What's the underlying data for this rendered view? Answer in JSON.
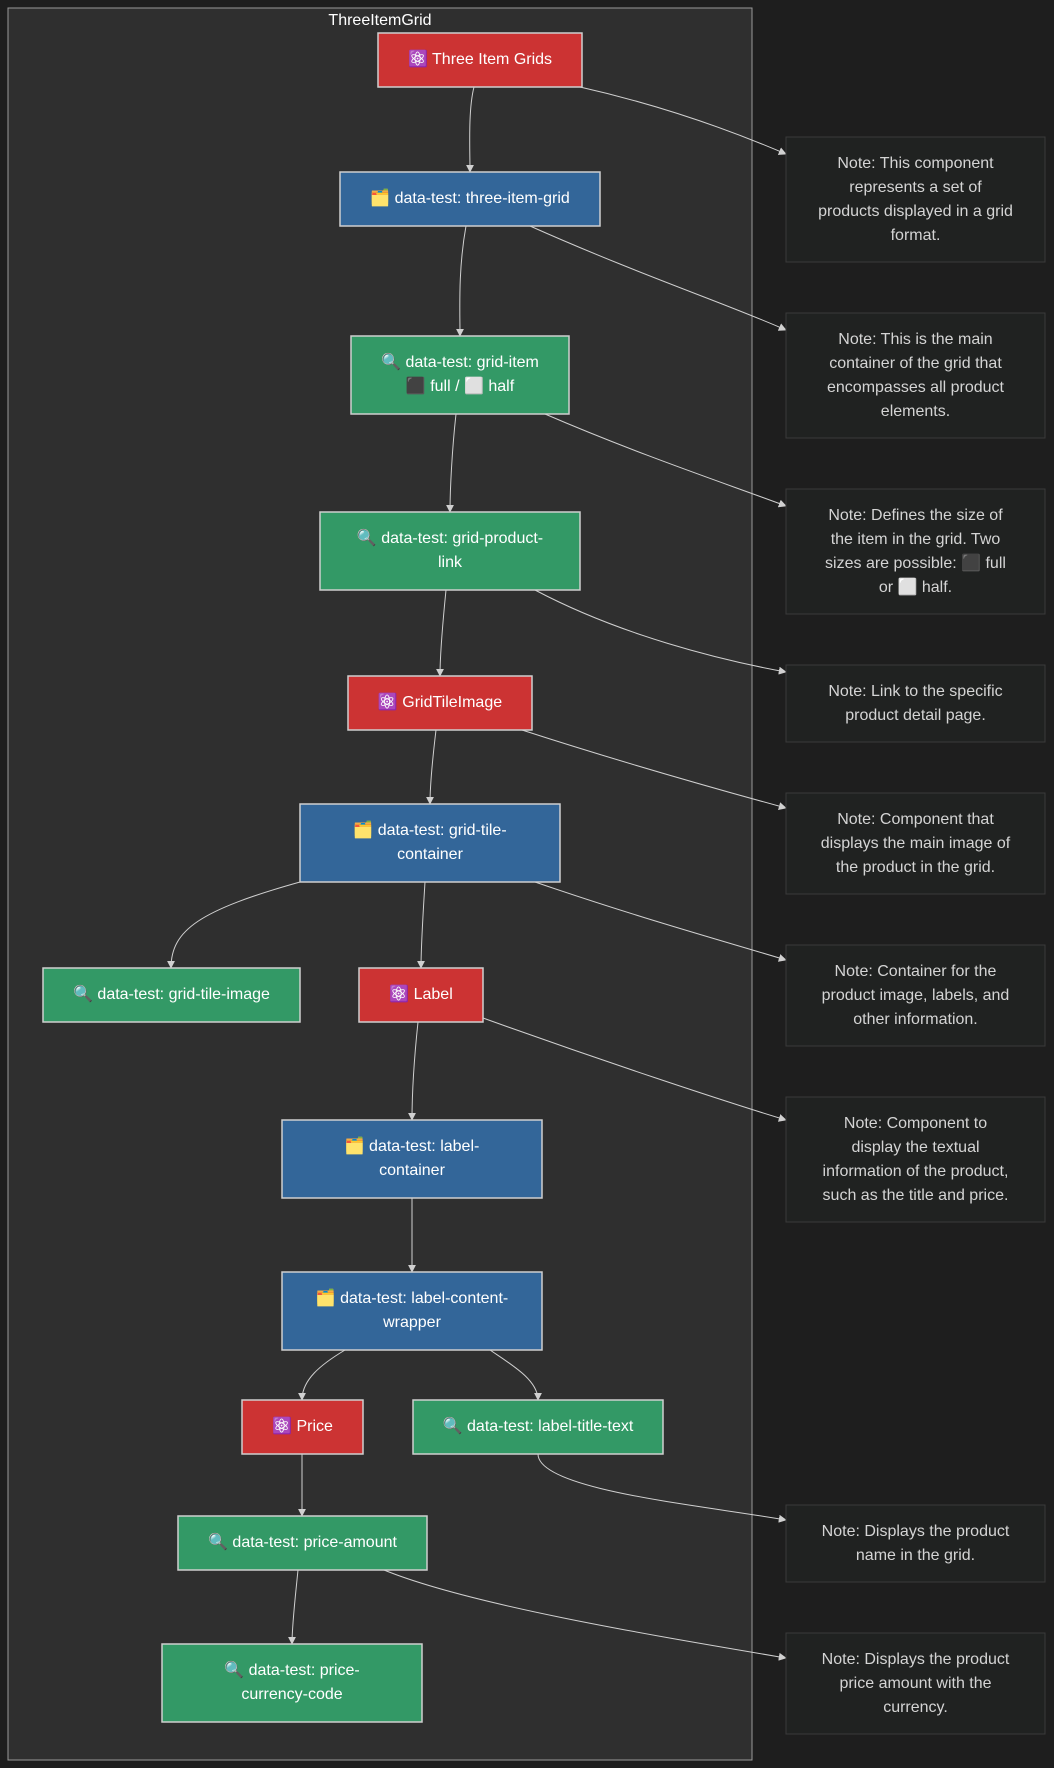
{
  "diagram": {
    "subgraph_title": "ThreeItemGrid",
    "colors": {
      "background": "#1e1e1e",
      "subgraph_fill": "#2f2f2f",
      "subgraph_stroke": "#9a9a9a",
      "component": "#cc3333",
      "container": "#336699",
      "element": "#339966",
      "note_fill": "#202221",
      "edge": "#d0d0d0"
    },
    "nodes": [
      {
        "id": "three-item-grids",
        "kind": "component",
        "icon": "atom-icon",
        "lines": [
          "⚛️ Three Item Grids"
        ]
      },
      {
        "id": "three-item-grid",
        "kind": "container",
        "icon": "folder-icon",
        "lines": [
          "🗂️ data-test: three-item-grid"
        ]
      },
      {
        "id": "grid-item",
        "kind": "element",
        "icon": "magnifier-icon",
        "lines": [
          "🔍 data-test: grid-item",
          "⬛ full / ⬜ half"
        ]
      },
      {
        "id": "grid-product-link",
        "kind": "element",
        "icon": "magnifier-icon",
        "lines": [
          "🔍 data-test: grid-product-",
          "link"
        ]
      },
      {
        "id": "grid-tile-image-component",
        "kind": "component",
        "icon": "atom-icon",
        "lines": [
          "⚛️ GridTileImage"
        ]
      },
      {
        "id": "grid-tile-container",
        "kind": "container",
        "icon": "folder-icon",
        "lines": [
          "🗂️ data-test: grid-tile-",
          "container"
        ]
      },
      {
        "id": "grid-tile-image",
        "kind": "element",
        "icon": "magnifier-icon",
        "lines": [
          "🔍 data-test: grid-tile-image"
        ]
      },
      {
        "id": "label",
        "kind": "component",
        "icon": "atom-icon",
        "lines": [
          "⚛️ Label"
        ]
      },
      {
        "id": "label-container",
        "kind": "container",
        "icon": "folder-icon",
        "lines": [
          "🗂️ data-test: label-",
          "container"
        ]
      },
      {
        "id": "label-content-wrapper",
        "kind": "container",
        "icon": "folder-icon",
        "lines": [
          "🗂️ data-test: label-content-",
          "wrapper"
        ]
      },
      {
        "id": "price",
        "kind": "component",
        "icon": "atom-icon",
        "lines": [
          "⚛️ Price"
        ]
      },
      {
        "id": "label-title-text",
        "kind": "element",
        "icon": "magnifier-icon",
        "lines": [
          "🔍 data-test: label-title-text"
        ]
      },
      {
        "id": "price-amount",
        "kind": "element",
        "icon": "magnifier-icon",
        "lines": [
          "🔍 data-test: price-amount"
        ]
      },
      {
        "id": "price-currency-code",
        "kind": "element",
        "icon": "magnifier-icon",
        "lines": [
          "🔍 data-test: price-",
          "currency-code"
        ]
      }
    ],
    "notes": [
      {
        "id": "note-three-item-grids",
        "lines": [
          "Note: This component",
          "represents a set of",
          "products displayed in a grid",
          "format."
        ]
      },
      {
        "id": "note-three-item-grid",
        "lines": [
          "Note: This is the main",
          "container of the grid that",
          "encompasses all product",
          "elements."
        ]
      },
      {
        "id": "note-grid-item",
        "lines": [
          "Note: Defines the size of",
          "the item in the grid. Two",
          "sizes are possible: ⬛ full",
          "or ⬜ half."
        ]
      },
      {
        "id": "note-grid-product-link",
        "lines": [
          "Note: Link to the specific",
          "product detail page."
        ]
      },
      {
        "id": "note-grid-tile-image",
        "lines": [
          "Note: Component that",
          "displays the main image of",
          "the product in the grid."
        ]
      },
      {
        "id": "note-grid-tile-container",
        "lines": [
          "Note: Container for the",
          "product image, labels, and",
          "other information."
        ]
      },
      {
        "id": "note-label",
        "lines": [
          "Note: Component to",
          "display the textual",
          "information of the product,",
          "such as the title and price."
        ]
      },
      {
        "id": "note-label-title-text",
        "lines": [
          "Note: Displays the product",
          "name in the grid."
        ]
      },
      {
        "id": "note-price-amount",
        "lines": [
          "Note: Displays the product",
          "price amount with the",
          "currency."
        ]
      }
    ],
    "edges": [
      [
        "three-item-grids",
        "three-item-grid"
      ],
      [
        "three-item-grid",
        "grid-item"
      ],
      [
        "grid-item",
        "grid-product-link"
      ],
      [
        "grid-product-link",
        "grid-tile-image-component"
      ],
      [
        "grid-tile-image-component",
        "grid-tile-container"
      ],
      [
        "grid-tile-container",
        "grid-tile-image"
      ],
      [
        "grid-tile-container",
        "label"
      ],
      [
        "label",
        "label-container"
      ],
      [
        "label-container",
        "label-content-wrapper"
      ],
      [
        "label-content-wrapper",
        "price"
      ],
      [
        "label-content-wrapper",
        "label-title-text"
      ],
      [
        "price",
        "price-amount"
      ],
      [
        "price-amount",
        "price-currency-code"
      ],
      [
        "three-item-grids",
        "note-three-item-grids"
      ],
      [
        "three-item-grid",
        "note-three-item-grid"
      ],
      [
        "grid-item",
        "note-grid-item"
      ],
      [
        "grid-product-link",
        "note-grid-product-link"
      ],
      [
        "grid-tile-image-component",
        "note-grid-tile-image"
      ],
      [
        "grid-tile-container",
        "note-grid-tile-container"
      ],
      [
        "label",
        "note-label"
      ],
      [
        "label-title-text",
        "note-label-title-text"
      ],
      [
        "price-amount",
        "note-price-amount"
      ]
    ]
  }
}
